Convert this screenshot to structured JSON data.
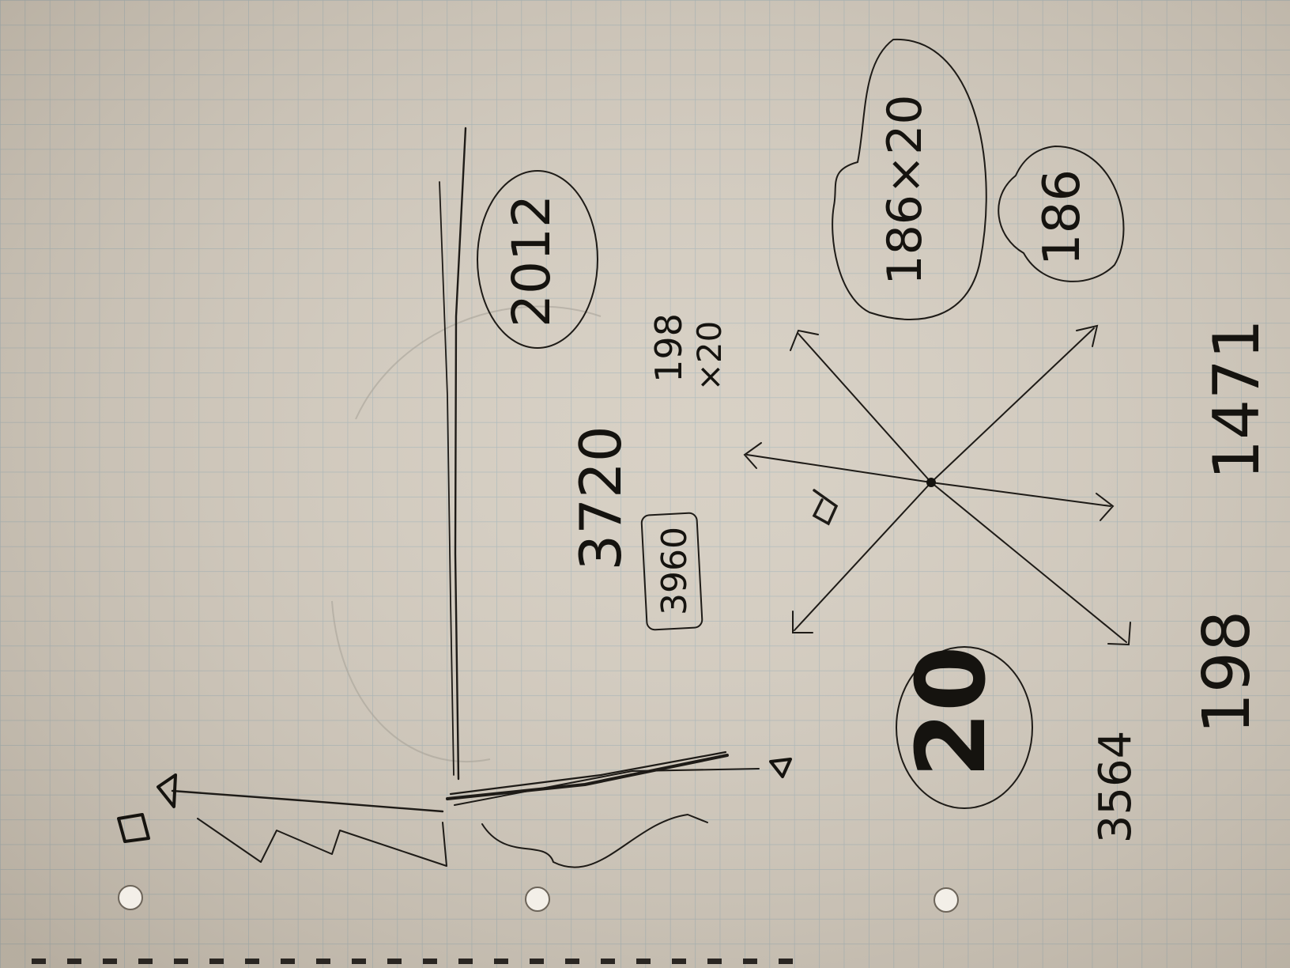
{
  "paper": {
    "color": "#d4ccbf",
    "grid_color": "#a9b6b8",
    "ink_color": "#15130f",
    "pencil_color": "#a8a39a"
  },
  "notes": {
    "year": "2012",
    "product_a": "198",
    "product_b": "×20",
    "total_a": "3720",
    "total_b": "3960",
    "circled_calc": "186×20",
    "circled_small": "186",
    "circled_big": "20",
    "bottom_left": "3564",
    "bottom_center": "198",
    "bottom_right": "1471"
  }
}
